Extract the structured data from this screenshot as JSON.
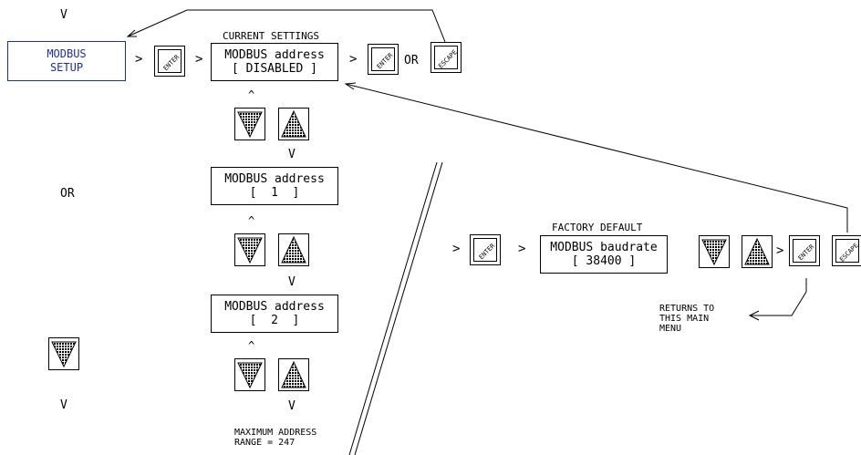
{
  "menu": {
    "line1": "MODBUS",
    "line2": "SETUP"
  },
  "labels": {
    "current_settings": "CURRENT SETTINGS",
    "factory_default": "FACTORY DEFAULT",
    "or_top": "OR",
    "or_left": "OR",
    "max_line1": "MAXIMUM ADDRESS",
    "max_line2": "RANGE = 247",
    "returns1": "RETURNS TO",
    "returns2": "THIS MAIN",
    "returns3": "MENU"
  },
  "displays": {
    "current": {
      "line1": "MODBUS address",
      "line2": "[ DISABLED ]"
    },
    "addr1": {
      "line1": "MODBUS address",
      "line2": "[  1  ]"
    },
    "addr2": {
      "line1": "MODBUS address",
      "line2": "[  2  ]"
    },
    "baud": {
      "line1": "MODBUS baudrate",
      "line2": "[ 38400 ]"
    }
  },
  "keys": {
    "enter": "ENTER",
    "escape": "ESCAPE"
  },
  "symbols": {
    "gt": ">",
    "caret_up": "^",
    "v_down": "V"
  }
}
